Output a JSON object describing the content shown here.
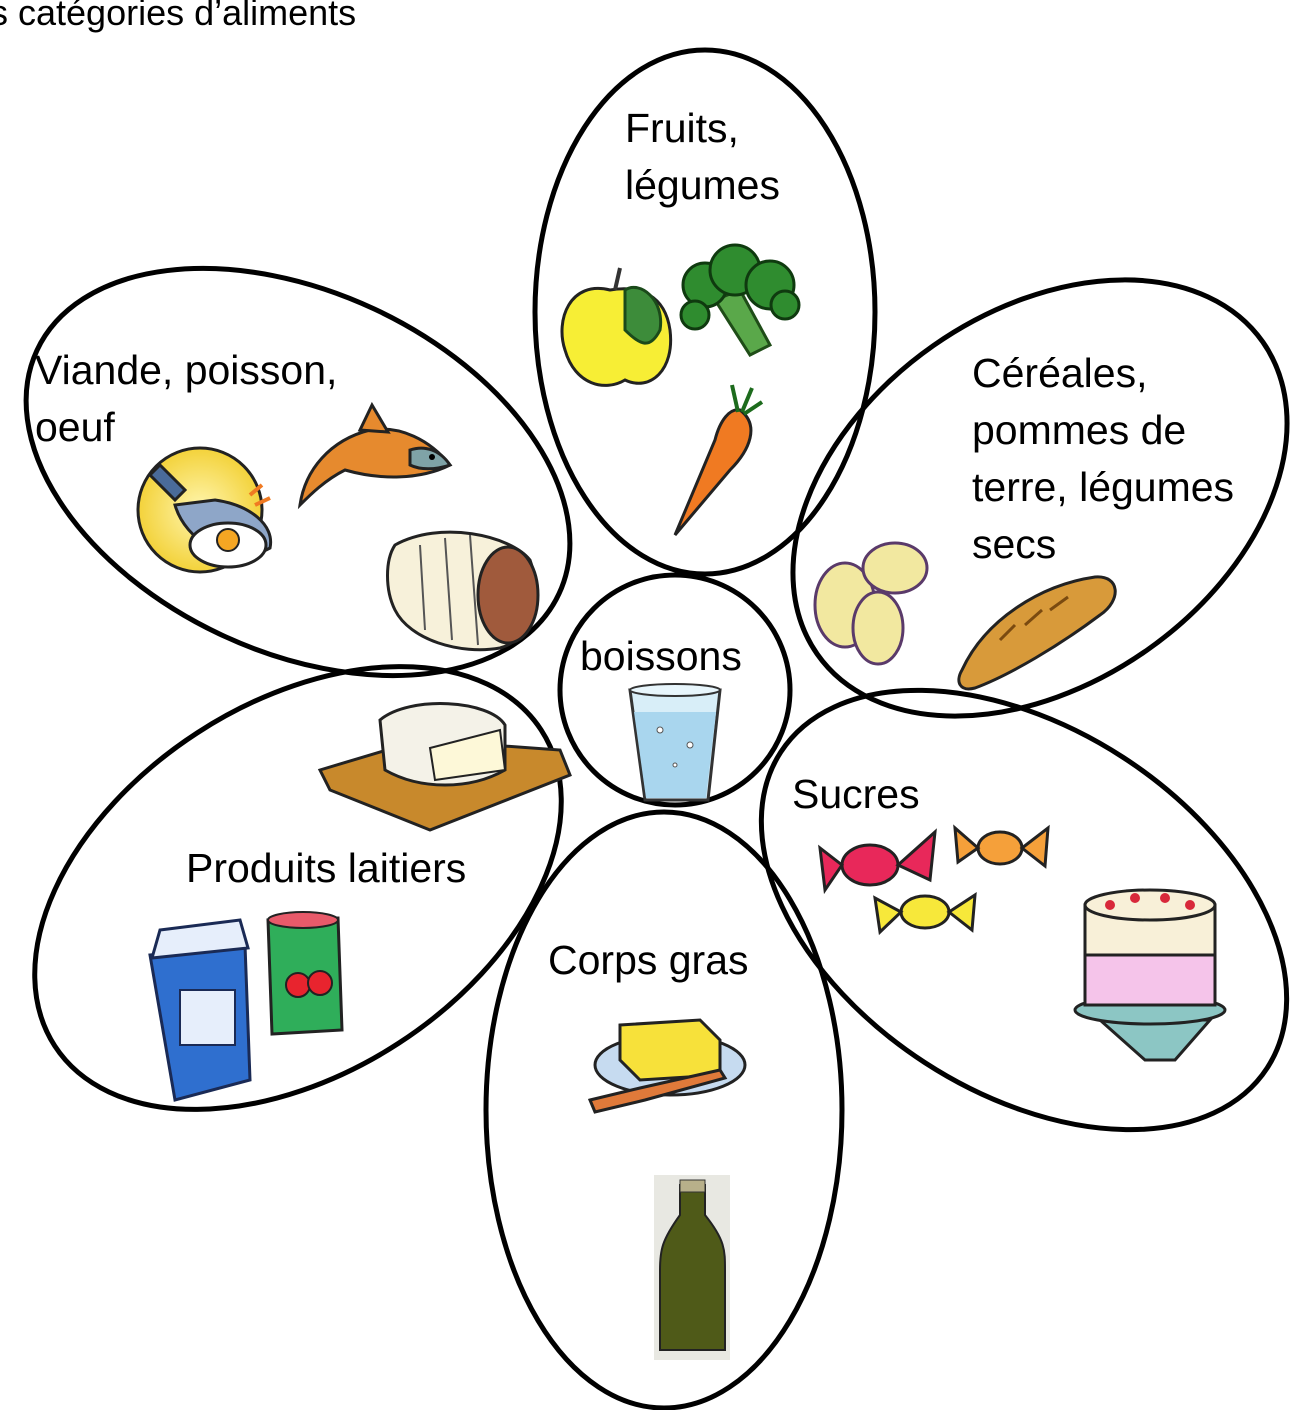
{
  "title": "s catégories d’aliments",
  "categories": {
    "fruits": {
      "line1": "Fruits,",
      "line2": "légumes"
    },
    "viande": {
      "line1": "Viande, poisson,",
      "line2": "oeuf"
    },
    "cereales": {
      "line1": "Céréales,",
      "line2": "pommes de",
      "line3": "terre, légumes",
      "line4": "secs"
    },
    "boissons": {
      "line1": "boissons"
    },
    "sucres": {
      "line1": "Sucres"
    },
    "laitiers": {
      "line1": "Produits laitiers"
    },
    "corps_gras": {
      "line1": "Corps gras"
    }
  },
  "icons": [
    "apple-icon",
    "broccoli-icon",
    "carrot-icon",
    "fish-icon",
    "fried-egg-icon",
    "ham-icon",
    "potatoes-icon",
    "bread-icon",
    "water-glass-icon",
    "cheese-board-icon",
    "candy-icon",
    "cake-icon",
    "milk-carton-icon",
    "yogurt-icon",
    "butter-icon",
    "oil-bottle-icon"
  ],
  "colors": {
    "outline": "#000000",
    "background": "#ffffff"
  }
}
